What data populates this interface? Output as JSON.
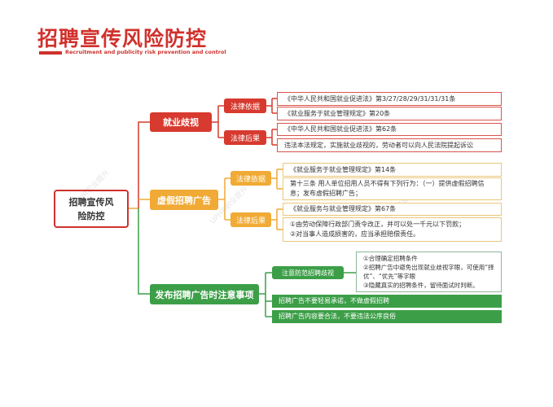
{
  "header": {
    "title": "招聘宣传风险防控",
    "subtitle": "Recruitment and publicity risk prevention and control"
  },
  "watermark": "UPHR职业提升",
  "root": "招聘宣传风险防控",
  "colors": {
    "red": "#d73a2f",
    "orange": "#f0aa35",
    "green": "#3c9f48"
  },
  "branches": [
    {
      "label": "就业歧视",
      "children": [
        {
          "label": "法律依据",
          "leaves": [
            "《中华人民共和国就业促进法》第3/27/28/29/31/31/31条",
            "《就业服务于就业管理规定》第20条"
          ]
        },
        {
          "label": "法律后果",
          "leaves": [
            "《中华人民共和国就业促进法》第62条",
            "违法本法规定，实施就业歧视的，劳动者可以向人民法院提起诉讼"
          ]
        }
      ]
    },
    {
      "label": "虚假招聘广告",
      "children": [
        {
          "label": "法律依据",
          "leaves": [
            "《就业服务于就业管理规定》第14条",
            "第十三条 用人单位招用人员不得有下列行为：（一）提供虚假招聘信息；发布虚假招聘广告；"
          ]
        },
        {
          "label": "法律后果",
          "leaves": [
            "《就业服务与就业管理规定》第67条",
            "①由劳动保障行政部门责令改正，并可以处一千元以下罚款；\n②对当事人造成损害的，应当承担赔偿责任。"
          ]
        }
      ]
    },
    {
      "label": "发布招聘广告时注意事项",
      "children": [
        {
          "label": "注意防范招聘歧视",
          "leaves": [
            "①合理确定招聘条件\n②招聘广告中避免出现就业歧视字眼，可使用“择优”、“优先”等字眼\n③隐藏真实的招聘条件，留待面试时判断。"
          ]
        },
        {
          "label": "招聘广告不要轻易承诺，不做虚假招聘"
        },
        {
          "label": "招聘广告内容要合法，不要违法公序良俗"
        }
      ]
    }
  ]
}
